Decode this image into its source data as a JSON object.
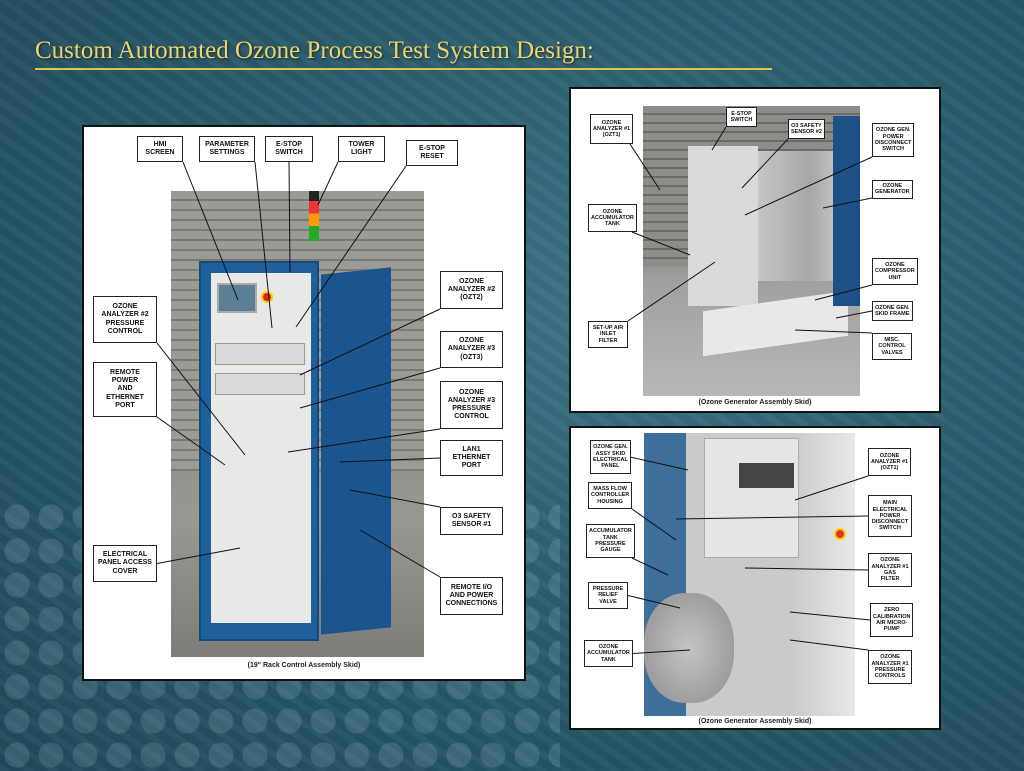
{
  "title": "Custom Automated Ozone Process Test System Design:",
  "panels": [
    {
      "caption": "(19\" Rack Control Assembly Skid)",
      "labels": [
        "HMI\nSCREEN",
        "PARAMETER\nSETTINGS",
        "E-STOP\nSWITCH",
        "TOWER\nLIGHT",
        "E-STOP\nRESET",
        "OZONE\nANALYZER #2\n(OZT2)",
        "OZONE\nANALYZER #3\n(OZT3)",
        "OZONE\nANALYZER #3\nPRESSURE\nCONTROL",
        "LAN1\nETHERNET\nPORT",
        "O3 SAFETY\nSENSOR #1",
        "REMOTE I/O\nAND POWER\nCONNECTIONS",
        "OZONE\nANALYZER #2\nPRESSURE\nCONTROL",
        "REMOTE\nPOWER\nAND\nETHERNET\nPORT",
        "ELECTRICAL\nPANEL ACCESS\nCOVER"
      ]
    },
    {
      "caption": "(Ozone Generator Assembly Skid)",
      "labels": [
        "OZONE\nANALYZER #1\n(OZT1)",
        "E-STOP\nSWITCH",
        "O3 SAFETY\nSENSOR #2",
        "OZONE GEN.\nPOWER\nDISCONNECT\nSWITCH",
        "OZONE\nGENERATOR",
        "OZONE\nACCUMULATOR\nTANK",
        "OZONE\nCOMPRESSOR\nUNIT",
        "OZONE GEN.\nSKID FRAME",
        "MISC.\nCONTROL\nVALVES",
        "SET-UP AIR\nINLET\nFILTER"
      ]
    },
    {
      "caption": "(Ozone Generator Assembly Skid)",
      "labels": [
        "OZONE GEN.\nASSY SKID\nELECTRICAL\nPANEL",
        "MASS FLOW\nCONTROLLER\nHOUSING",
        "ACCUMULATOR\nTANK\nPRESSURE\nGAUGE",
        "PRESSURE\nRELIEF\nVALVE",
        "OZONE\nACCUMULATOR\nTANK",
        "OZONE\nANALYZER #1\n(OZT1)",
        "MAIN\nELECTRICAL\nPOWER\nDISCONNECT\nSWITCH",
        "OZONE\nANALYZER #1\nGAS\nFILTER",
        "ZERO\nCALIBRATION\nAIR MICRO-\nPUMP",
        "OZONE\nANALYZER #1\nPRESSURE\nCONTROLS"
      ]
    }
  ]
}
